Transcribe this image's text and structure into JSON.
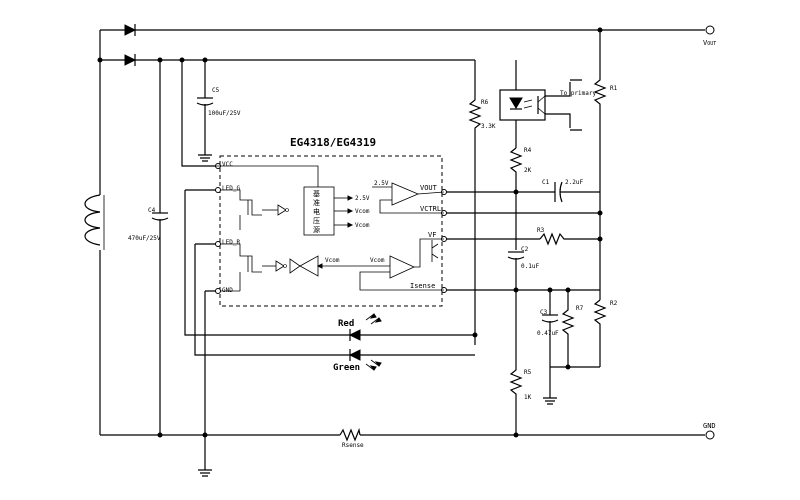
{
  "chip": {
    "title": "EG4318/EG4319"
  },
  "ports": {
    "vout": "V",
    "vout_sub": "OUT",
    "gnd": "GND"
  },
  "pins": {
    "vcc": "VCC",
    "led_g": "LED_G",
    "led_r": "LED_R",
    "gnd": "GND",
    "vout": "VOUT",
    "vctrl": "VCTRL",
    "vf": "VF",
    "isense": "Isense"
  },
  "internal": {
    "ref_chars": [
      "基",
      "准",
      "电",
      "压",
      "源"
    ],
    "ref_out_1": "2.5V",
    "ref_out_2": "Vcom",
    "ref_out_3": "Vcom",
    "amp_ref": "2.5V",
    "vcom_left": "Vcom",
    "vcom_right": "Vcom"
  },
  "components": {
    "c5_name": "C5",
    "c5_value": "100uF/25V",
    "c4_name": "C4",
    "c4_value": "470uF/25V",
    "r6_name": "R6",
    "r6_value": "3.3K",
    "r4_name": "R4",
    "r4_value": "2K",
    "r1_name": "R1",
    "c1_name": "C1",
    "c1_value": "2.2uF",
    "r3_name": "R3",
    "c2_name": "C2",
    "c2_value": "0.1uF",
    "c3_name": "C3",
    "c3_value": "0.47uF",
    "r7_name": "R7",
    "r2_name": "R2",
    "r5_name": "R5",
    "r5_value": "1K",
    "rsense_name": "Rsense",
    "opto_label": "To primary"
  },
  "leds": {
    "red": "Red",
    "green": "Green"
  }
}
